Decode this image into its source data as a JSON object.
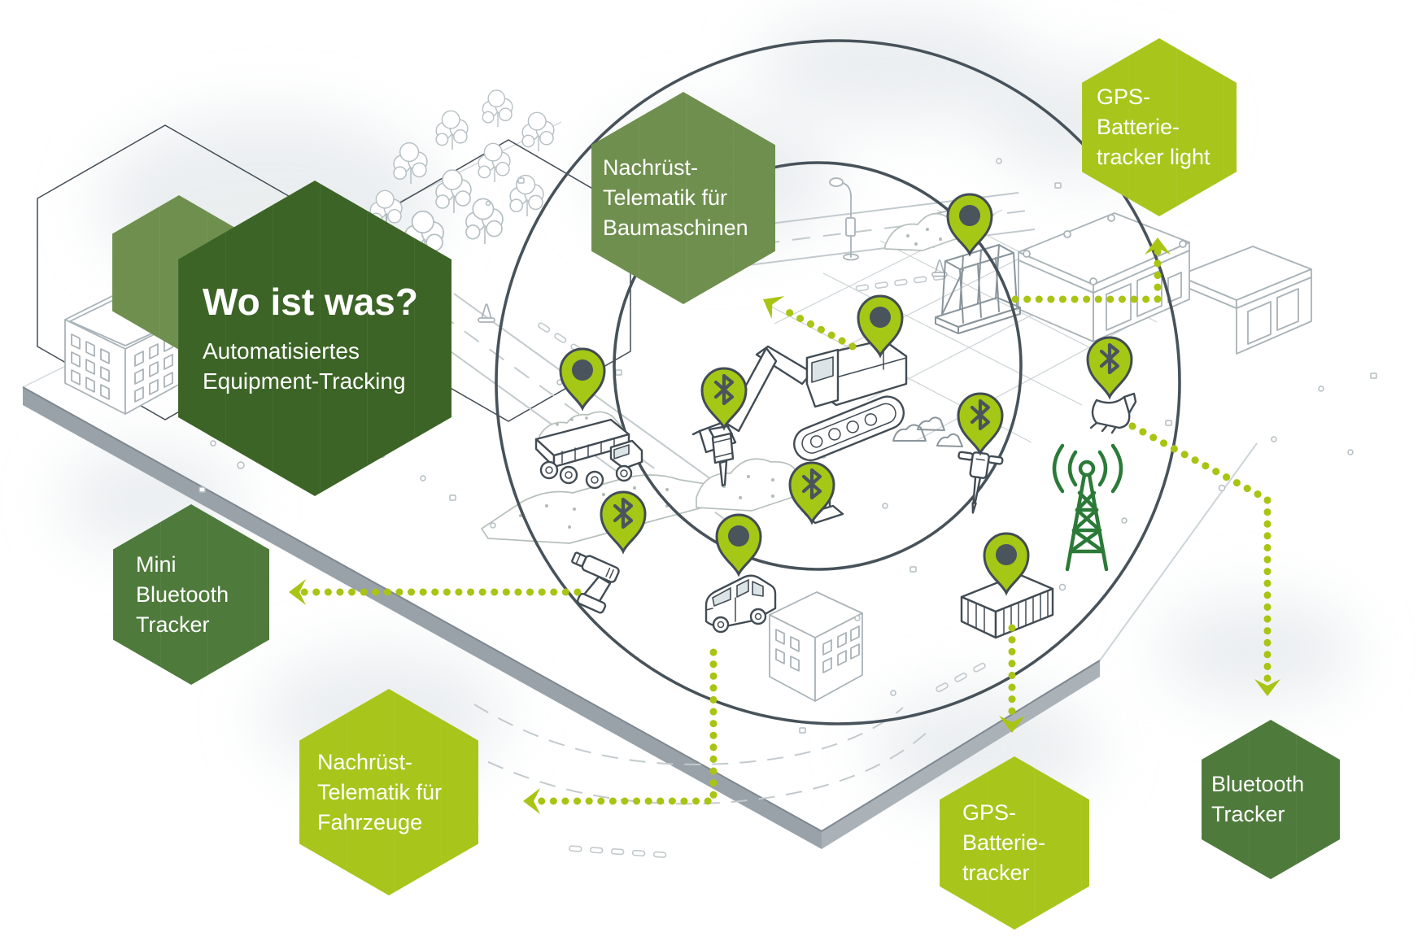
{
  "hexagons": {
    "title": {
      "heading": "Wo ist was?",
      "sub": [
        "Automatisiertes",
        "Equipment-Tracking"
      ]
    },
    "baumaschinen": {
      "lines": [
        "Nachrüst-",
        "Telematik für",
        "Baumaschinen"
      ]
    },
    "gps_light": {
      "lines": [
        "GPS-",
        "Batterie-",
        "tracker light"
      ]
    },
    "mini_bt": {
      "lines": [
        "Mini",
        "Bluetooth",
        "Tracker"
      ]
    },
    "fahrzeuge": {
      "lines": [
        "Nachrüst-",
        "Telematik für",
        "Fahrzeuge"
      ]
    },
    "gps_batterie": {
      "lines": [
        "GPS-",
        "Batterie-",
        "tracker"
      ]
    },
    "bt_tracker": {
      "lines": [
        "Bluetooth",
        "Tracker"
      ]
    }
  },
  "markers": {
    "gps_pins": [
      "dump-truck",
      "excavator",
      "glass-rack",
      "van",
      "container"
    ],
    "bluetooth_pins": [
      "hydraulic-hammer",
      "cordless-drill",
      "plate-compactor",
      "demolition-breaker",
      "excavator-bucket"
    ]
  },
  "icons": {
    "gps_pin": "location-pin-icon",
    "bluetooth_pin": "bluetooth-pin-icon",
    "radio_tower": "radio-tower-icon",
    "arrow": "dotted-arrow-icon"
  },
  "colors": {
    "title_hex": "#3c6426",
    "mid_hex": "#6f8f4e",
    "forest_hex": "#4e7a3b",
    "lime_hex": "#a8c51c",
    "lime_dots": "#a9c413",
    "pin_lime": "#a5c716",
    "outline": "#47525a",
    "tower": "#2b7a38",
    "pin_core": "#4a545c"
  }
}
